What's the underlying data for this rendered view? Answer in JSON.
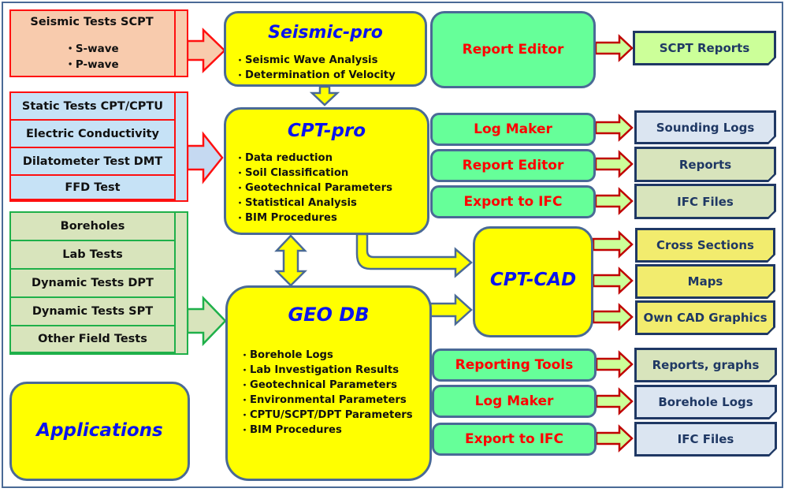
{
  "inputs": {
    "seismic": {
      "title": "Seismic Tests SCPT",
      "items": [
        "S-wave",
        "P-wave"
      ]
    },
    "static": [
      "Static Tests CPT/CPTU",
      "Electric Conductivity",
      "Dilatometer Test DMT",
      "FFD Test"
    ],
    "geo": [
      "Boreholes",
      "Lab Tests",
      "Dynamic Tests DPT",
      "Dynamic Tests SPT",
      "Other Field Tests"
    ]
  },
  "apps": {
    "seismic_pro": {
      "title": "Seismic-pro",
      "items": [
        "Seismic Wave Analysis",
        "Determination of Velocity"
      ]
    },
    "cpt_pro": {
      "title": "CPT-pro",
      "items": [
        "Data reduction",
        "Soil Classification",
        "Geotechnical Parameters",
        "Statistical Analysis",
        "BIM Procedures"
      ]
    },
    "geo_db": {
      "title": "GEO DB",
      "items": [
        "Borehole Logs",
        "Lab Investigation Results",
        "Geotechnical Parameters",
        "Environmental Parameters",
        "CPTU/SCPT/DPT Parameters",
        "BIM Procedures"
      ]
    },
    "cpt_cad": {
      "title": "CPT-CAD"
    },
    "legend": {
      "title": "Applications"
    }
  },
  "tools": {
    "seismic_report_editor": "Report Editor",
    "cpt_log_maker": "Log Maker",
    "cpt_report_editor": "Report Editor",
    "cpt_export_ifc": "Export to IFC",
    "geo_reporting_tools": "Reporting Tools",
    "geo_log_maker": "Log Maker",
    "geo_export_ifc": "Export to IFC"
  },
  "outputs": {
    "scpt_reports": "SCPT Reports",
    "sounding_logs": "Sounding Logs",
    "reports": "Reports",
    "ifc_files_cpt": "IFC Files",
    "cross_sections": "Cross Sections",
    "maps": "Maps",
    "own_cad_graphics": "Own CAD Graphics",
    "reports_graphs": "Reports, graphs",
    "borehole_logs": "Borehole Logs",
    "ifc_files_geo": "IFC Files"
  },
  "colors": {
    "app_fill": "#ffff00",
    "app_title": "#0a14ee",
    "tool_fill": "#66ff99",
    "tool_text": "#ff0000",
    "border": "#4a6a96",
    "doc_border": "#1f3864"
  }
}
